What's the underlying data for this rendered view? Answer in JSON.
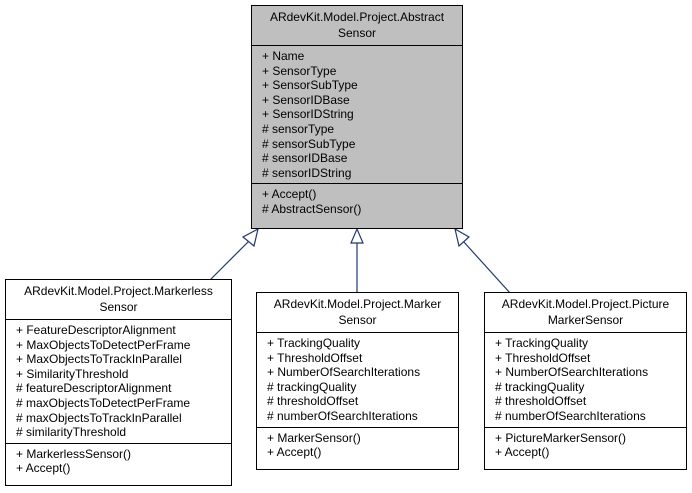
{
  "base_class": {
    "title_line1": "ARdevKit.Model.Project.Abstract",
    "title_line2": "Sensor",
    "attributes": [
      "+ Name",
      "+ SensorType",
      "+ SensorSubType",
      "+ SensorIDBase",
      "+ SensorIDString",
      "# sensorType",
      "# sensorSubType",
      "# sensorIDBase",
      "# sensorIDString"
    ],
    "operations": [
      "+ Accept()",
      "# AbstractSensor()"
    ]
  },
  "derived_classes": [
    {
      "title_line1": "ARdevKit.Model.Project.Markerless",
      "title_line2": "Sensor",
      "attributes": [
        "+ FeatureDescriptorAlignment",
        "+ MaxObjectsToDetectPerFrame",
        "+ MaxObjectsToTrackInParallel",
        "+ SimilarityThreshold",
        "# featureDescriptorAlignment",
        "# maxObjectsToDetectPerFrame",
        "# maxObjectsToTrackInParallel",
        "# similarityThreshold"
      ],
      "operations": [
        "+ MarkerlessSensor()",
        "+ Accept()"
      ]
    },
    {
      "title_line1": "ARdevKit.Model.Project.Marker",
      "title_line2": "Sensor",
      "attributes": [
        "+ TrackingQuality",
        "+ ThresholdOffset",
        "+ NumberOfSearchIterations",
        "# trackingQuality",
        "# thresholdOffset",
        "# numberOfSearchIterations"
      ],
      "operations": [
        "+ MarkerSensor()",
        "+ Accept()"
      ]
    },
    {
      "title_line1": "ARdevKit.Model.Project.Picture",
      "title_line2": "MarkerSensor",
      "attributes": [
        "+ TrackingQuality",
        "+ ThresholdOffset",
        "+ NumberOfSearchIterations",
        "# trackingQuality",
        "# thresholdOffset",
        "# numberOfSearchIterations"
      ],
      "operations": [
        "+ PictureMarkerSensor()",
        "+ Accept()"
      ]
    }
  ],
  "colors": {
    "base_fill": "#bfbfbf",
    "derived_fill": "#ffffff",
    "edge": "#1f3a6e"
  }
}
